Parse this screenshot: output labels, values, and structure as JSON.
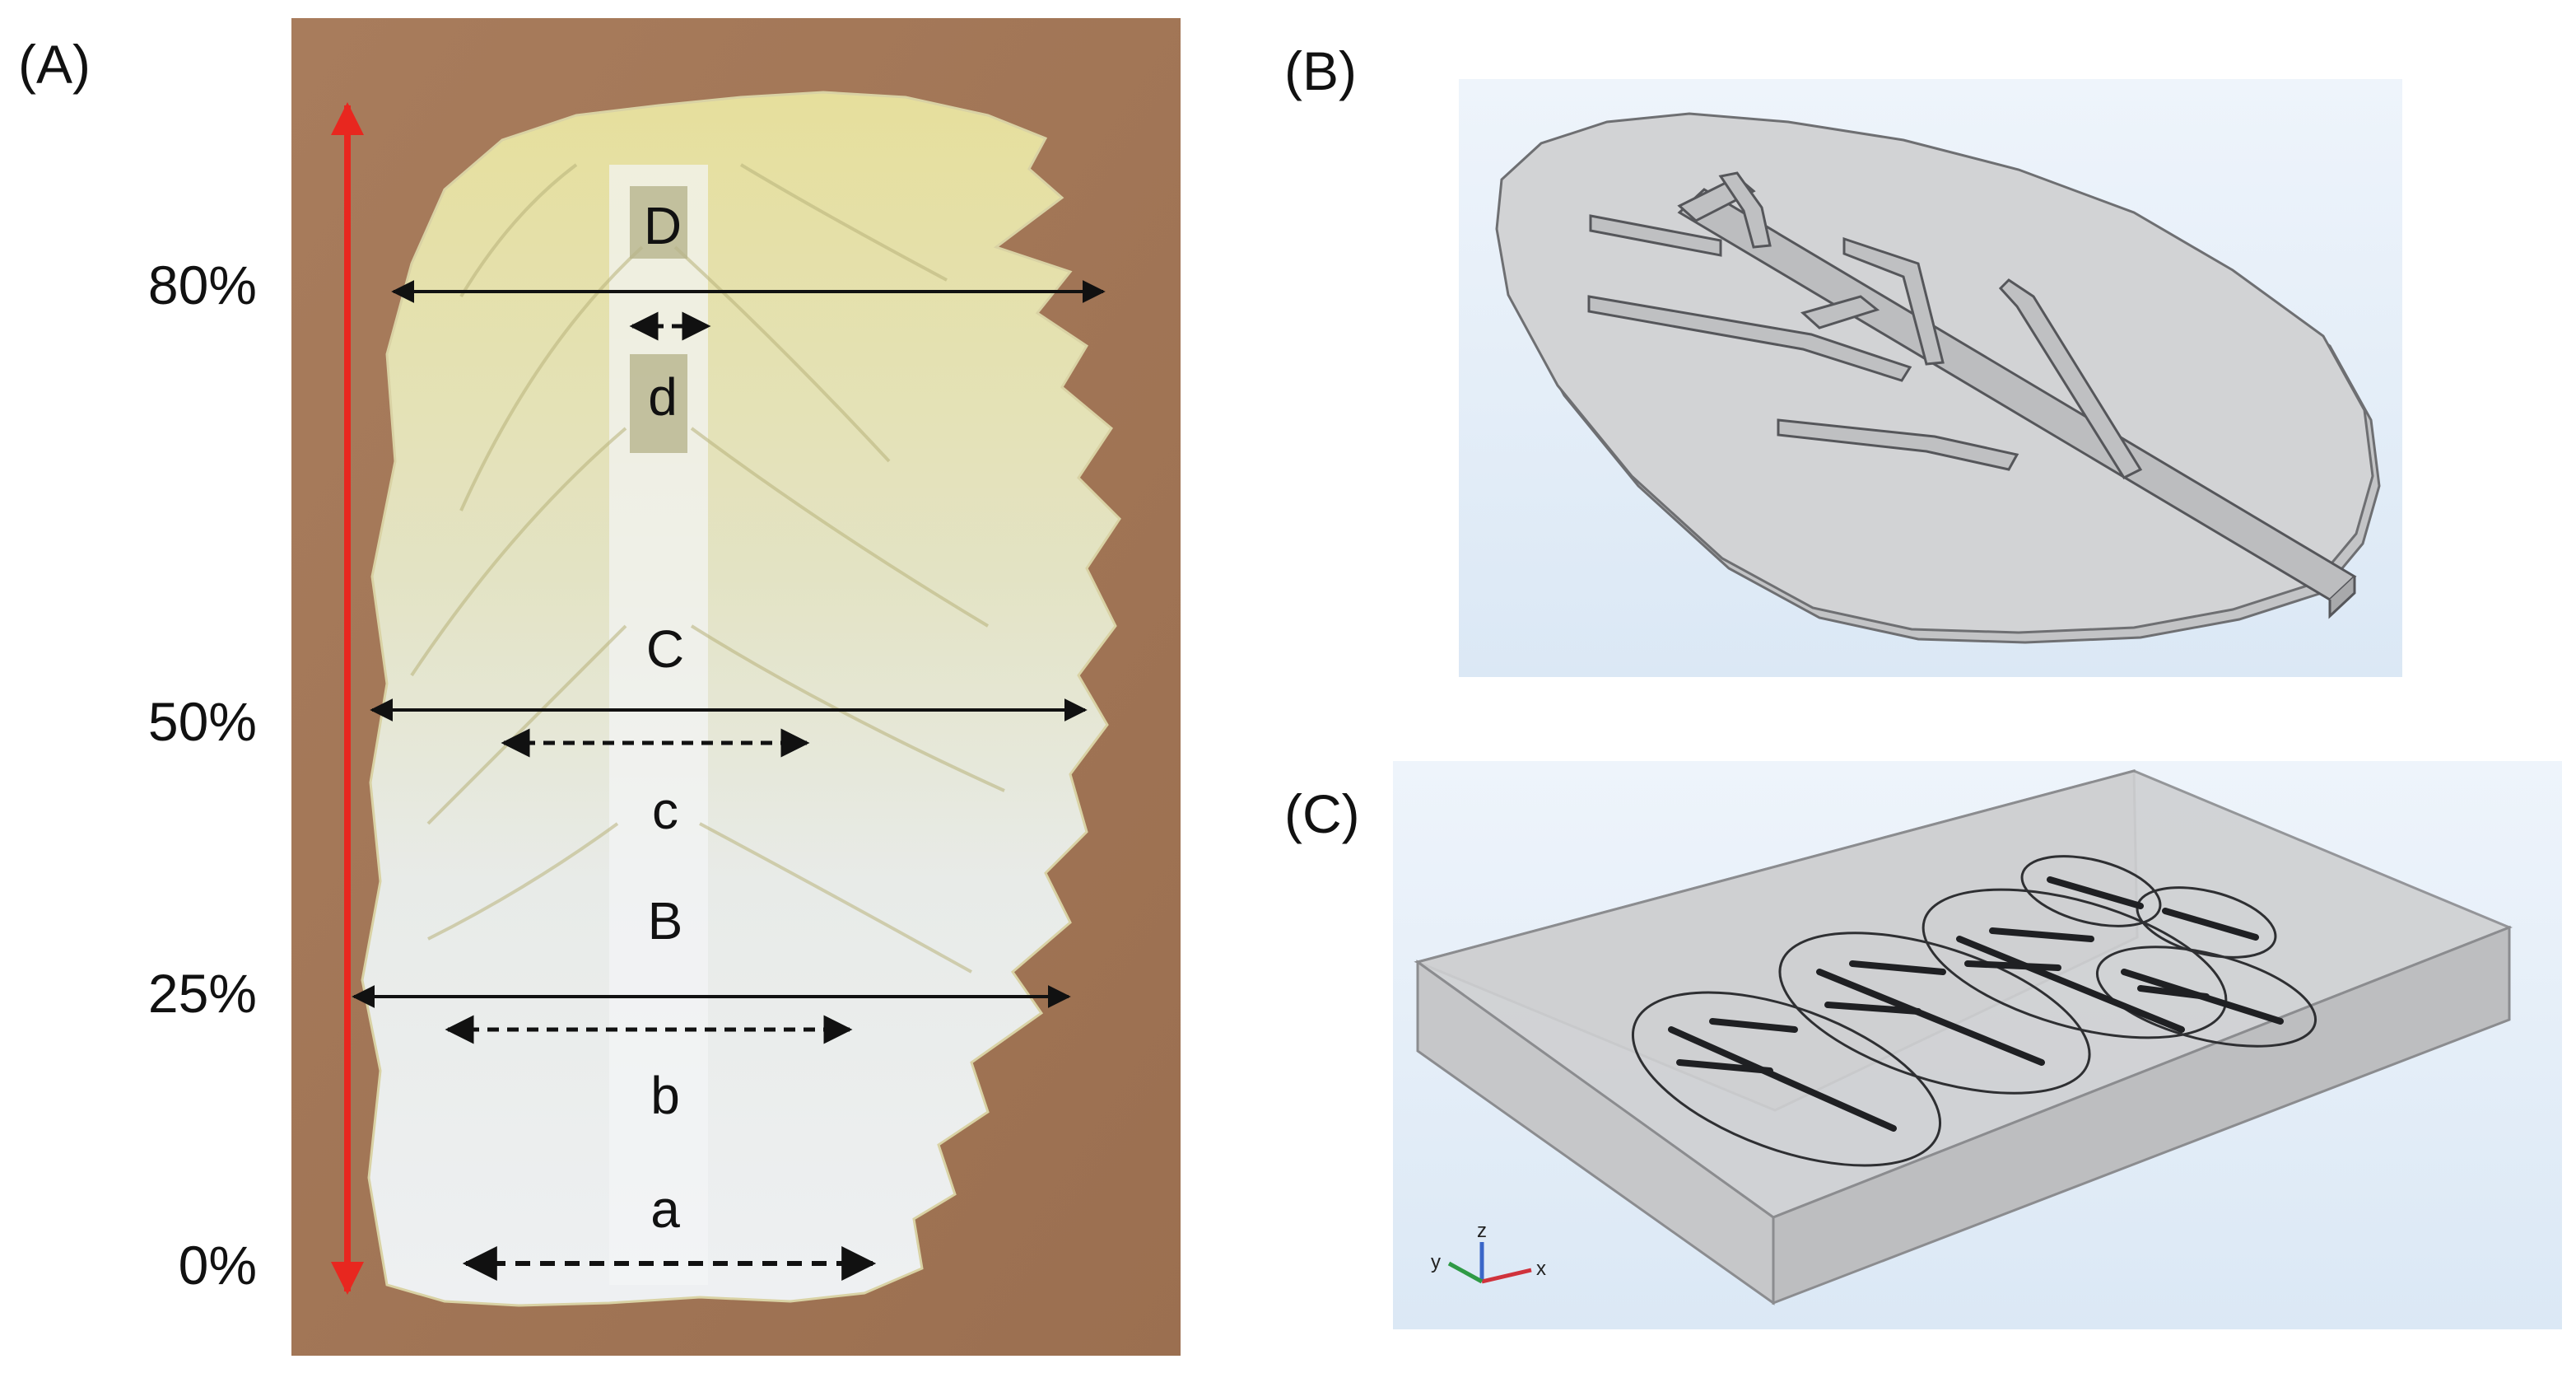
{
  "panels": {
    "a": {
      "label": "(A)"
    },
    "b": {
      "label": "(B)"
    },
    "c": {
      "label": "(C)"
    }
  },
  "percent_markers": [
    "80%",
    "50%",
    "25%",
    "0%"
  ],
  "section_labels": {
    "D": "D",
    "d": "d",
    "C": "C",
    "c": "c",
    "B": "B",
    "b": "b",
    "a": "a"
  },
  "axis_triad": {
    "y": "y",
    "z": "z",
    "x": "x"
  },
  "colors": {
    "wood_background": "#a67a5b",
    "leaf_white": "#e9ecee",
    "leaf_yellow": "#e4e0a6",
    "height_arrow": "#e8271f",
    "model_gray": "#c8c9cb",
    "model_bg": "#e6f0f9",
    "icons": [
      "measurement-arrow-icon",
      "axis-triad-icon"
    ]
  }
}
